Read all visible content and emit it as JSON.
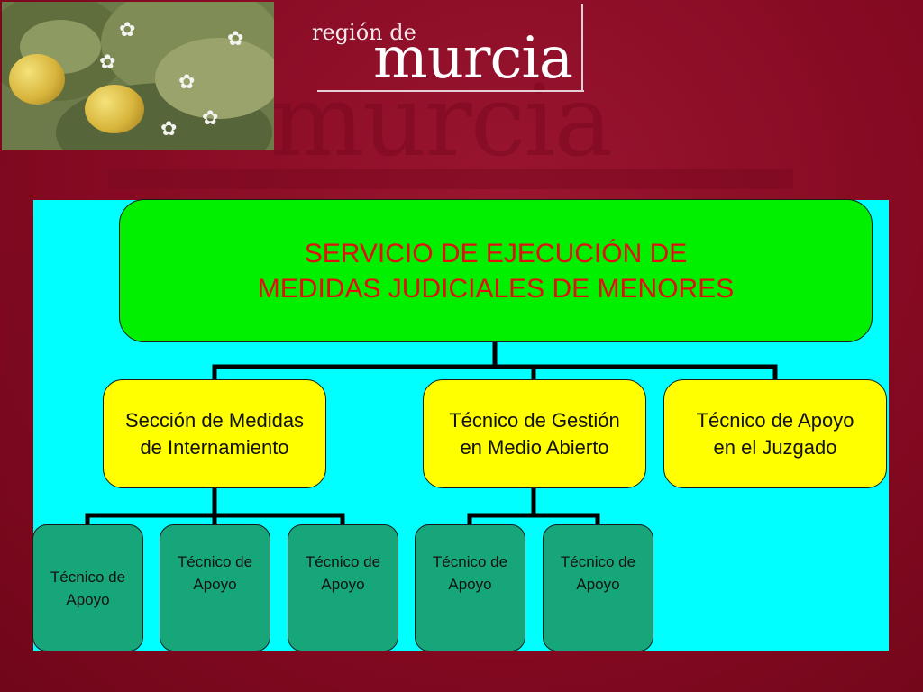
{
  "header": {
    "logo_top": "región de",
    "logo_main": "murcia"
  },
  "orgchart": {
    "root": {
      "line1": "SERVICIO DE EJECUCIÓN DE",
      "line2": "MEDIDAS JUDICIALES DE MENORES"
    },
    "sections": [
      {
        "line1": "Sección de Medidas",
        "line2": "de Internamiento",
        "children": [
          {
            "line1": "Técnico de",
            "line2": "Apoyo"
          },
          {
            "line1": "Técnico de",
            "line2": "Apoyo"
          },
          {
            "line1": "Técnico de",
            "line2": "Apoyo"
          }
        ]
      },
      {
        "line1": "Técnico de Gestión",
        "line2": "en Medio Abierto",
        "children": [
          {
            "line1": "Técnico de",
            "line2": "Apoyo"
          },
          {
            "line1": "Técnico de",
            "line2": "Apoyo"
          }
        ]
      },
      {
        "line1": "Técnico de Apoyo",
        "line2": "en el Juzgado",
        "children": []
      }
    ]
  },
  "colors": {
    "background": "#8a0a24",
    "panel": "#00ffff",
    "root_box": "#00f000",
    "root_text": "#e01010",
    "section_box": "#ffff00",
    "leaf_box": "#17a679"
  }
}
